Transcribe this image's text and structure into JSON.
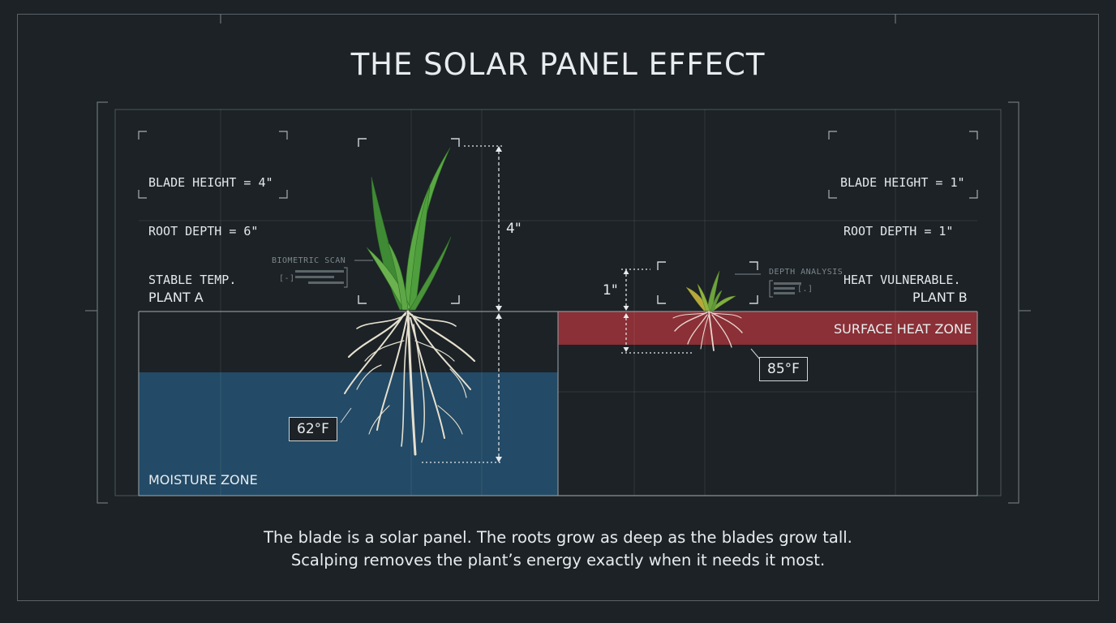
{
  "title": "THE SOLAR PANEL EFFECT",
  "plant_a": {
    "label": "PLANT A",
    "stats": [
      "BLADE HEIGHT = 4\"",
      "ROOT DEPTH = 6\"",
      "STABLE TEMP."
    ],
    "scan_label": "BIOMETRIC SCAN",
    "scan_tag": "[-]",
    "height_measure": "4\"",
    "temperature": "62°F",
    "zone_label": "MOISTURE ZONE"
  },
  "plant_b": {
    "label": "PLANT B",
    "stats": [
      "BLADE HEIGHT = 1\"",
      "ROOT DEPTH = 1\"",
      "HEAT VULNERABLE."
    ],
    "scan_label": "DEPTH ANALYSIS",
    "scan_tag": "[.]",
    "height_measure": "1\"",
    "temperature": "85°F",
    "zone_label": "SURFACE HEAT ZONE"
  },
  "caption": [
    "The blade is a solar panel. The roots grow as deep as the blades grow tall.",
    "Scalping removes the plant’s energy exactly when it needs it most."
  ],
  "colors": {
    "background": "#1c2226",
    "moisture_zone": "#234a66",
    "heat_zone": "#8a3036",
    "grass": "#4c9a3a",
    "roots": "#e6e0cf"
  }
}
